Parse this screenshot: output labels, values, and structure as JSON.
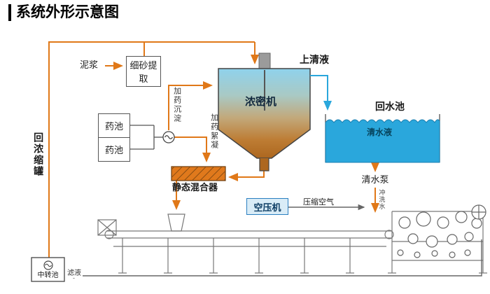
{
  "title": "系统外形示意图",
  "colors": {
    "pipe_orange": "#e07818",
    "water_blue": "#2aa7dc",
    "thickener_top": "#8fd2ec",
    "thickener_bottom": "#ad671f",
    "mixer_orange": "#e0791c",
    "compressor_fill": "#d9ecf7",
    "compressor_border": "#2a7fc1",
    "machine_gray": "#777777"
  },
  "labels": {
    "mud": "泥浆",
    "sand_extractor": "细砂提取",
    "supernatant": "上清液",
    "thickener": "浓密机",
    "return_pool": "回水池",
    "clear_water": "清水液",
    "chem_pool_top": "药池",
    "chem_pool_bottom": "药池",
    "dosing_sedimentation": "加药沉淀",
    "dosing_flocculation": "加药絮凝",
    "static_mixer": "静态混合器",
    "return_concentrate_tank": "回浓缩罐",
    "clear_water_pump": "清水泵",
    "flush_water": "冲洗水",
    "air_compressor": "空压机",
    "compressed_air": "压缩空气",
    "transfer_pool": "中转池",
    "filtrate": "滤液"
  }
}
